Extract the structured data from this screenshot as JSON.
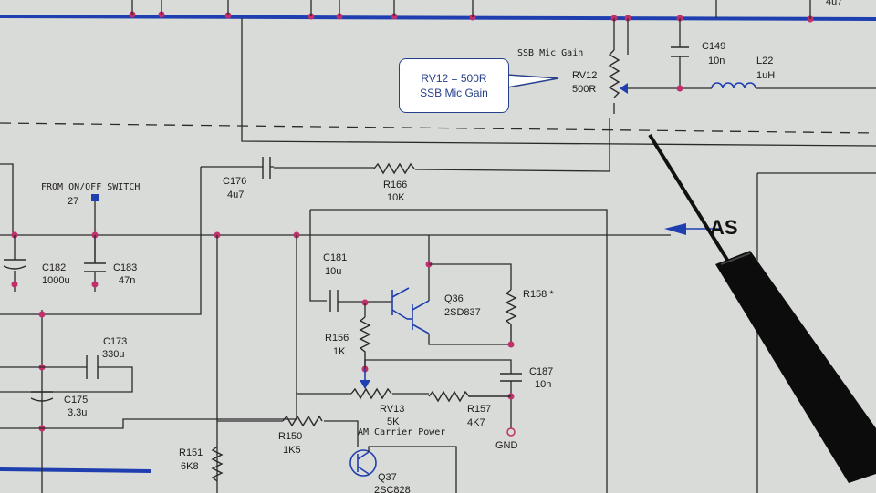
{
  "callout": {
    "line1": "RV12 = 500R",
    "line2": "SSB Mic Gain"
  },
  "labels": {
    "ssb_mic_gain": "SSB Mic Gain",
    "rv12_ref": "RV12",
    "rv12_val": "500R",
    "c149_ref": "C149",
    "c149_val": "10n",
    "l22_ref": "L22",
    "l22_val": "1uH",
    "c176_ref": "C176",
    "c176_val": "4u7",
    "r166_ref": "R166",
    "r166_val": "10K",
    "from_switch": "FROM ON/OFF SWITCH",
    "pin27": "27",
    "c182_ref": "C182",
    "c182_val": "1000u",
    "c183_ref": "C183",
    "c183_val": "47n",
    "c181_ref": "C181",
    "c181_val": "10u",
    "q36_ref": "Q36",
    "q36_val": "2SD837",
    "r158_ref": "R158 *",
    "r156_ref": "R156",
    "r156_val": "1K",
    "c187_ref": "C187",
    "c187_val": "10n",
    "c173_ref": "C173",
    "c173_val": "330u",
    "c175_ref": "C175",
    "c175_val": "3.3u",
    "rv13_ref": "RV13",
    "rv13_val": "5K",
    "r157_ref": "R157",
    "r157_val": "4K7",
    "am_carrier": "AM Carrier Power",
    "gnd": "GND",
    "r150_ref": "R150",
    "r150_val": "1K5",
    "r151_ref": "R151",
    "r151_val": "6K8",
    "q37_ref": "Q37",
    "q37_val": "2SC828",
    "top_right": "4u7",
    "partial_label": "AS"
  }
}
